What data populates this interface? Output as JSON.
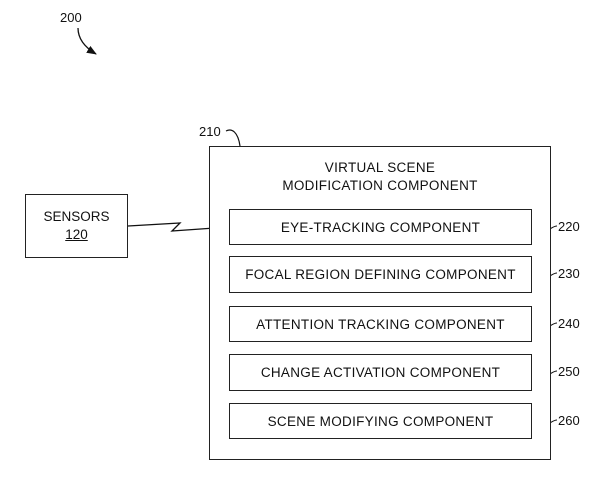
{
  "figure_ref": "200",
  "module": {
    "ref": "210",
    "title_line1": "VIRTUAL SCENE",
    "title_line2": "MODIFICATION COMPONENT"
  },
  "sensors": {
    "label": "SENSORS",
    "ref": "120"
  },
  "components": [
    {
      "label": "EYE-TRACKING COMPONENT",
      "ref": "220"
    },
    {
      "label": "FOCAL REGION DEFINING COMPONENT",
      "ref": "230"
    },
    {
      "label": "ATTENTION TRACKING COMPONENT",
      "ref": "240"
    },
    {
      "label": "CHANGE ACTIVATION COMPONENT",
      "ref": "250"
    },
    {
      "label": "SCENE MODIFYING COMPONENT",
      "ref": "260"
    }
  ]
}
